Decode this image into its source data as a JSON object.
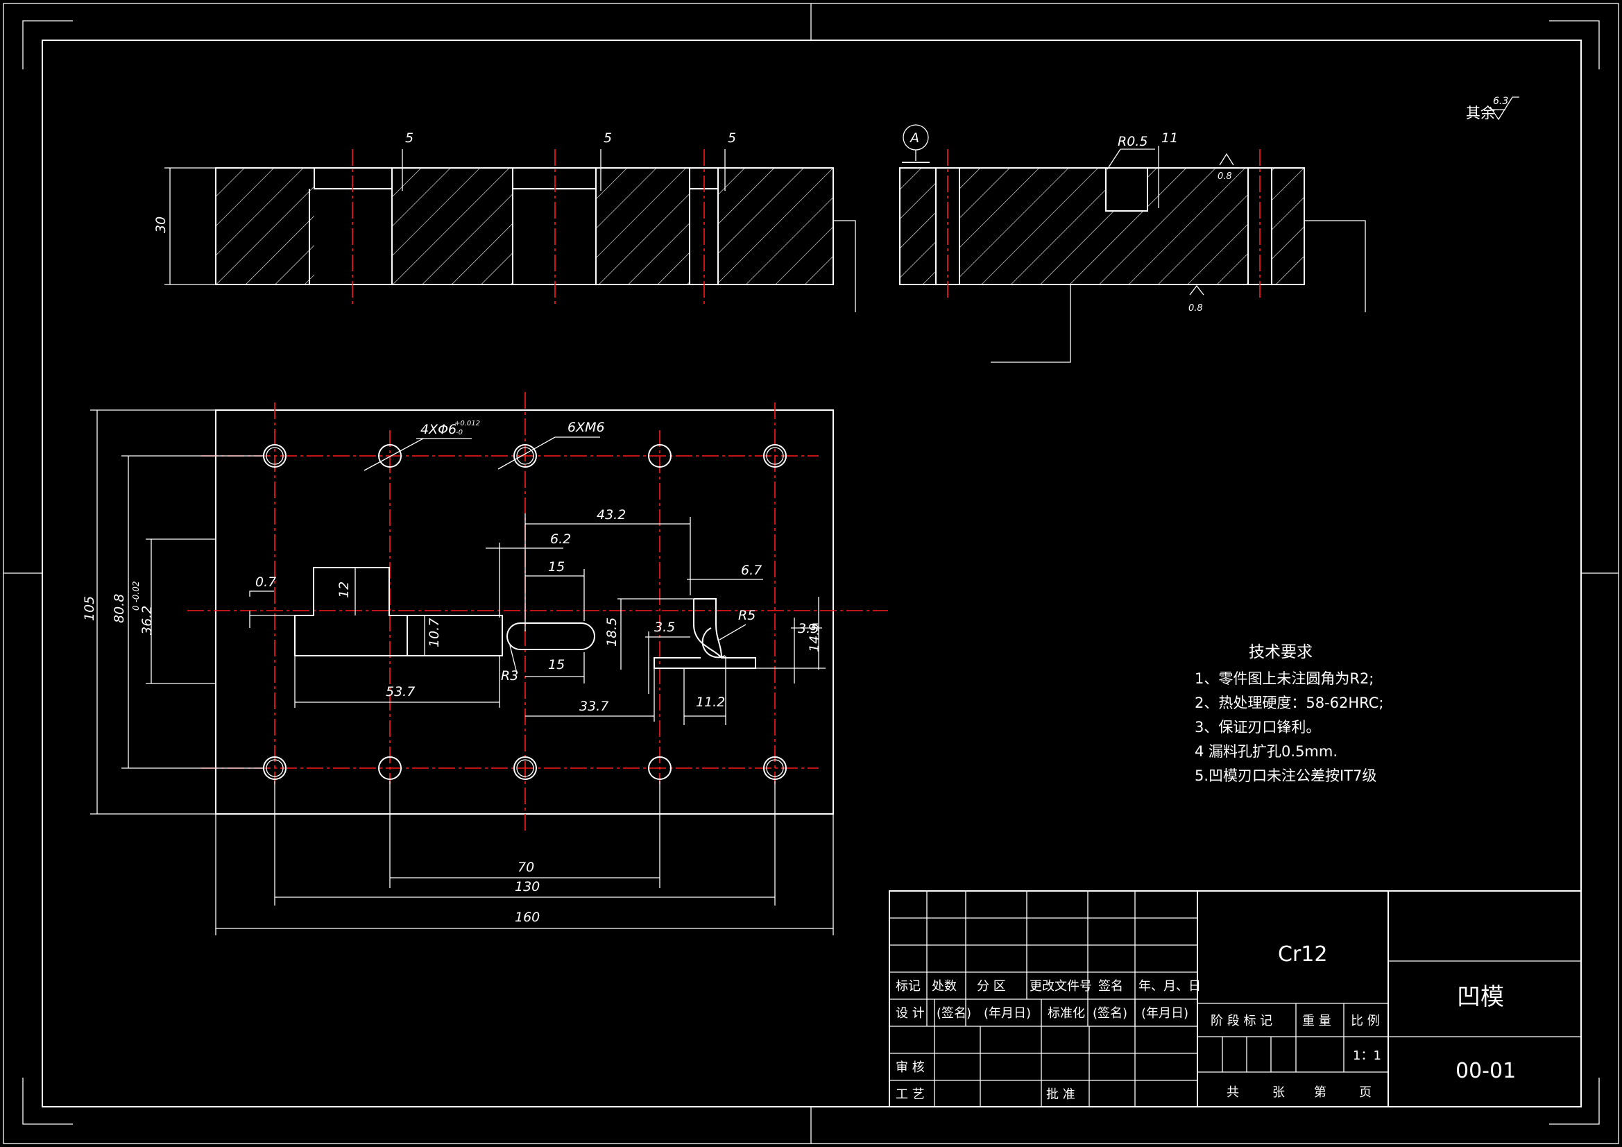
{
  "colors": {
    "background": "#000000",
    "line": "#ffffff",
    "centerline": "#ff1a1a"
  },
  "roughness": {
    "other": "其余",
    "value": "6.3",
    "face": "0.8",
    "bottom": "0.8"
  },
  "datum": "A",
  "section_view": {
    "depth_5a": "5",
    "depth_5b": "5",
    "depth_5c": "5",
    "height": "30"
  },
  "side_view": {
    "radius": "R0.5",
    "depth": "11"
  },
  "plan_view": {
    "holes_callout": "4XΦ6",
    "holes_tol_upper": "+0.012",
    "holes_tol_lower": "-0",
    "thread_callout": "6XM6",
    "dims": {
      "d43_2": "43.2",
      "d6_2": "6.2",
      "d15a": "15",
      "d6_7": "6.7",
      "d0_7": "0.7",
      "d12": "12",
      "d10_7": "10.7",
      "d18_5": "18.5",
      "d3_5a": "3.5",
      "r5": "R5",
      "d3_5b": "3.5",
      "d14_9": "14.9",
      "r3": "R3",
      "d15b": "15",
      "d53_7": "53.7",
      "d33_7": "33.7",
      "d11_2": "11.2",
      "d70": "70",
      "d130": "130",
      "d160": "160",
      "d105": "105",
      "d80_8": "80.8",
      "d36_2": "36.2",
      "d36_2_tol": "0 -0.02"
    }
  },
  "tech_requirements": {
    "title": "技术要求",
    "items": [
      "1、零件图上未注圆角为R2;",
      "2、热处理硬度：58-62HRC;",
      "3、保证刃口锋利。",
      "4 漏料孔扩孔0.5mm.",
      "5.凹模刃口未注公差按IT7级"
    ]
  },
  "title_block": {
    "material": "Cr12",
    "part_name": "凹模",
    "drawing_no": "00-01",
    "scale": "1：1",
    "col_mark": "标记",
    "col_count": "处数",
    "col_zone": "分 区",
    "col_doc": "更改文件号",
    "col_sign": "签名",
    "col_date": "年、月、日",
    "design": "设 计",
    "sign_placeholder": "(签名)",
    "date_placeholder": "(年月日)",
    "standardize": "标准化",
    "review": "审 核",
    "process": "工 艺",
    "approve": "批 准",
    "stage_mark": "阶 段 标 记",
    "weight": "重 量",
    "ratio": "比 例",
    "total": "共",
    "sheets": "张",
    "nth": "第",
    "page": "页"
  }
}
